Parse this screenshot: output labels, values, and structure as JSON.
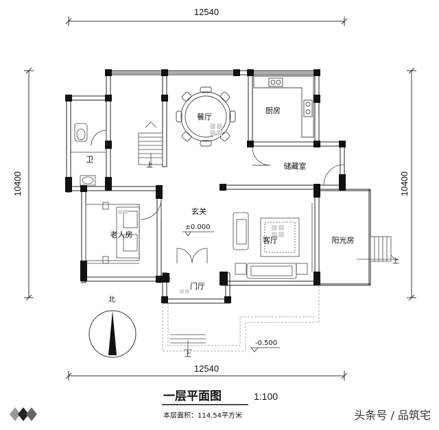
{
  "dimensions": {
    "top": "12540",
    "bottom": "12540",
    "left": "10400",
    "right": "10400"
  },
  "rooms": {
    "dining": "餐厅",
    "kitchen": "厨房",
    "bathroom": "卫",
    "storage": "储藏室",
    "foyer": "玄关",
    "elder_room": "老人房",
    "living": "客厅",
    "sunroom": "阳光房",
    "entry_hall": "门厅"
  },
  "levels": {
    "floor": "±0.000",
    "outside": "-0.500"
  },
  "stair_marks": {
    "up1": "上",
    "up2": "上",
    "up3": "上"
  },
  "compass": {
    "north": "北"
  },
  "title": {
    "name": "一层平面图",
    "scale": "1:100",
    "area": "本层面积：114.54平方米"
  },
  "watermark": "头条号 / 品筑宅",
  "colors": {
    "wall": "#111111",
    "line": "#444444",
    "dash": "#999999"
  }
}
